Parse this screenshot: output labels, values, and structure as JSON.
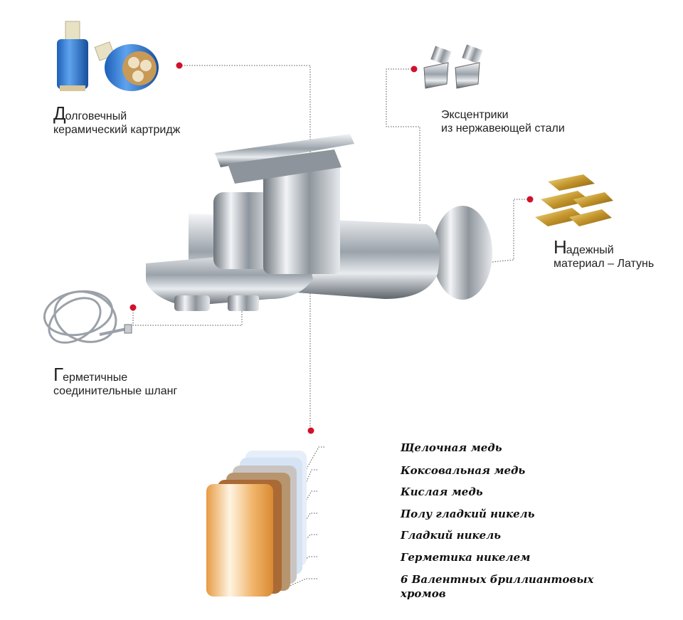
{
  "features": {
    "cartridge": {
      "cap": "Д",
      "line1_rest": "олговечный",
      "line2": "керамический картридж"
    },
    "eccentrics": {
      "line1": "Эксцентрики",
      "line2": "из нержавеющей стали"
    },
    "material": {
      "cap": "Н",
      "line1_rest": "адежный",
      "line2": "материал – Латунь"
    },
    "hose": {
      "cap": "Г",
      "line1_rest": "ерметичные",
      "line2": "соединительные шланг"
    }
  },
  "plating_layers": [
    "Щелочная медь",
    "Коксовальная медь",
    "Кислая медь",
    "Полу гладкий никель",
    "Гладкий никель",
    "Герметика никелем",
    "6 Валентных бриллиантовых",
    "хромов"
  ],
  "colors": {
    "accent_dot": "#d0112b",
    "leader": "#555555",
    "chrome": "#c9ced3",
    "copper": "#e8a458"
  }
}
